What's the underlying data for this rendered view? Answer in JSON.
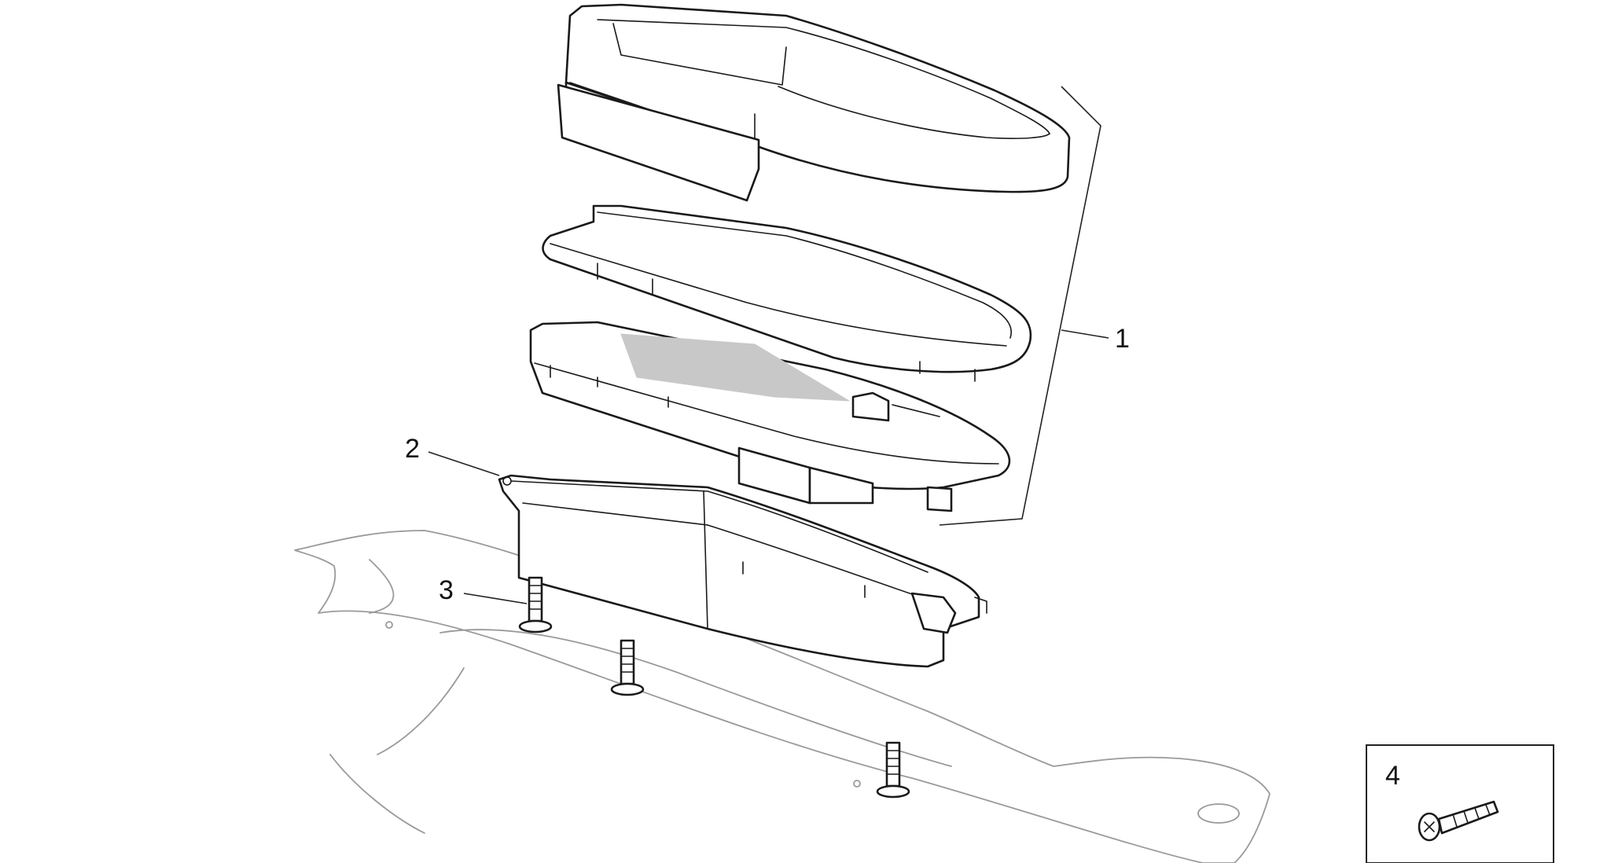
{
  "callouts": [
    {
      "id": "1",
      "text": "1"
    },
    {
      "id": "2",
      "text": "2"
    },
    {
      "id": "3",
      "text": "3"
    },
    {
      "id": "4",
      "text": "4"
    }
  ],
  "colors": {
    "line": "#1a1a1a",
    "faint_line": "#9a9a9a",
    "display_fill": "#c8c8c8",
    "background": "#ffffff"
  }
}
